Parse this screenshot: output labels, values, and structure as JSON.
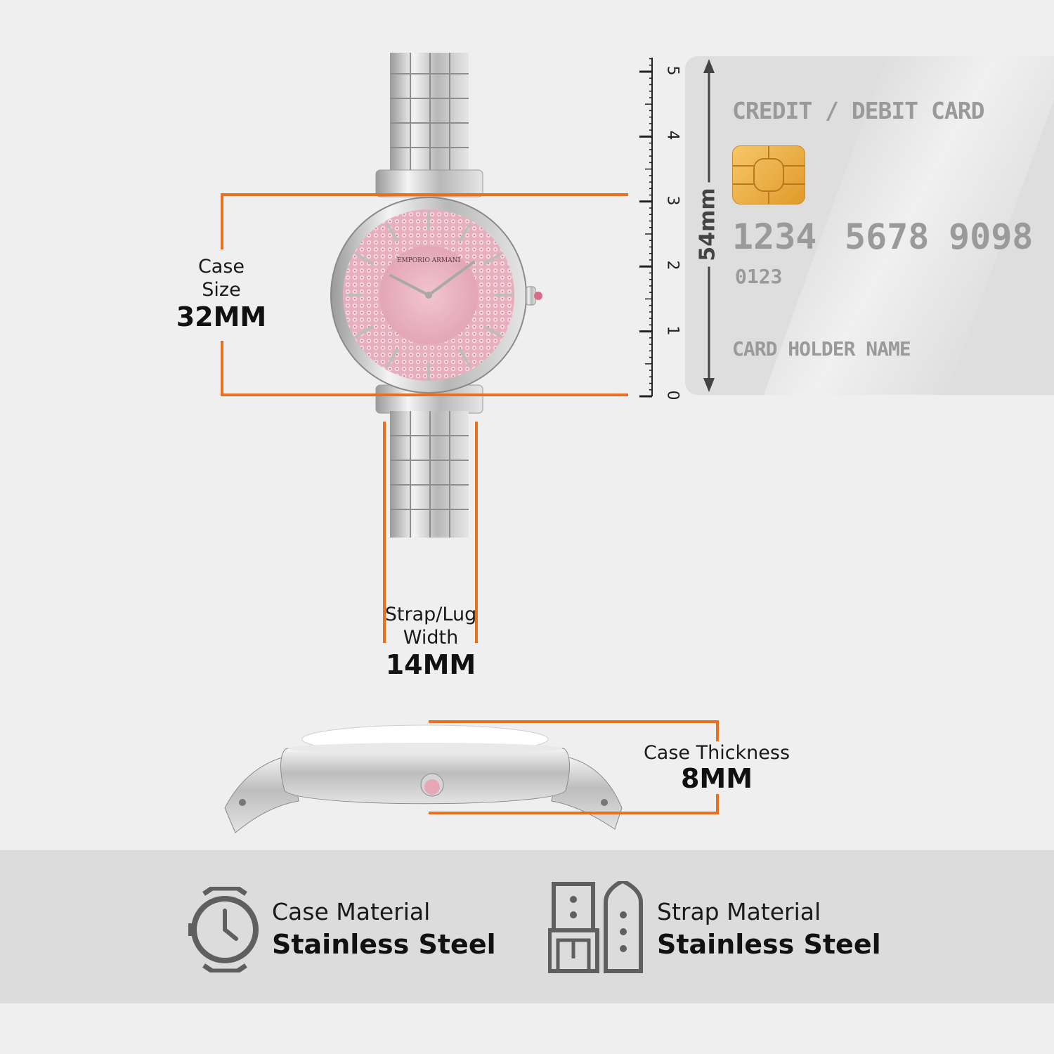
{
  "case_size": {
    "label_line1": "Case",
    "label_line2": "Size",
    "value": "32MM"
  },
  "strap_width": {
    "label_line1": "Strap/Lug",
    "label_line2": "Width",
    "value": "14MM"
  },
  "case_thickness": {
    "label": "Case Thickness",
    "value": "8MM"
  },
  "ruler": {
    "ticks": [
      "0",
      "1",
      "2",
      "3",
      "4",
      "5"
    ],
    "length_label": "54mm"
  },
  "card": {
    "title": "CREDIT / DEBIT CARD",
    "number_groups": [
      "1234",
      "5678",
      "9098"
    ],
    "small_number": "0123",
    "holder": "CARD HOLDER NAME"
  },
  "watch": {
    "brand": "EMPORIO ARMANI"
  },
  "case_material": {
    "label": "Case Material",
    "value": "Stainless Steel",
    "icon": "watch-case-icon"
  },
  "strap_material": {
    "label": "Strap Material",
    "value": "Stainless Steel",
    "icon": "watch-strap-icon"
  },
  "colors": {
    "accent": "#e8701e",
    "dial": "#e9b7c3",
    "steel": "#c9c9c9"
  }
}
